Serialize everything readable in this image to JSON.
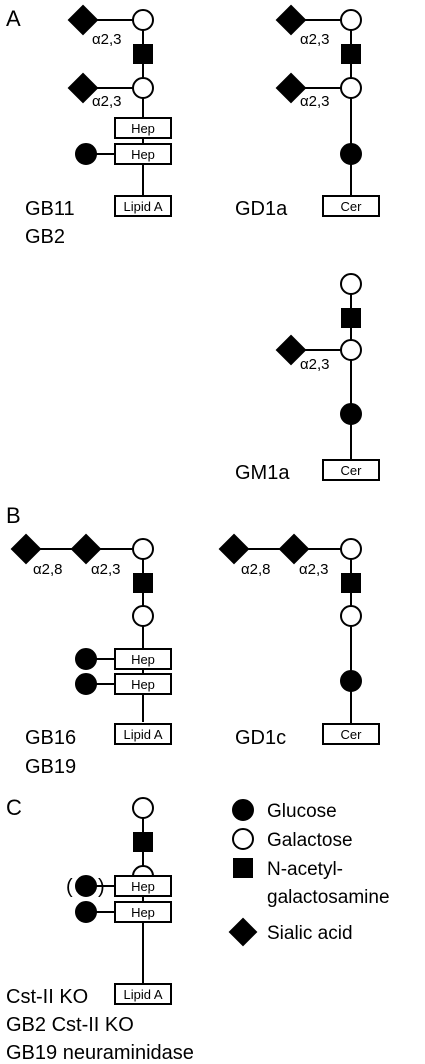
{
  "panels": {
    "a": {
      "letter": "A"
    },
    "b": {
      "letter": "B"
    },
    "c": {
      "letter": "C"
    }
  },
  "linkages": {
    "a23": "α2,3",
    "a28": "α2,8"
  },
  "boxes": {
    "hep": "Hep",
    "lipid_a": "Lipid A",
    "cer": "Cer"
  },
  "structure_names": {
    "gb11": "GB11",
    "gb2": "GB2",
    "gd1a": "GD1a",
    "gm1a": "GM1a",
    "gb16": "GB16",
    "gb19": "GB19",
    "gd1c": "GD1c",
    "cst_ko": "Cst-II KO",
    "gb2_cst_ko": "GB2 Cst-II KO",
    "gb19_neuraminidase": "GB19 neuraminidase"
  },
  "optional_marker": {
    "open": "(",
    "close": ")"
  },
  "legend": {
    "glucose": "Glucose",
    "galactose": "Galactose",
    "galnac_line1": "N-acetyl-",
    "galnac_line2": "galactosamine",
    "sialic": "Sialic acid"
  },
  "symbol_key": {
    "glucose": "filled-circle-icon",
    "galactose": "open-circle-icon",
    "galnac": "filled-square-icon",
    "sialic_acid": "filled-diamond-icon"
  }
}
